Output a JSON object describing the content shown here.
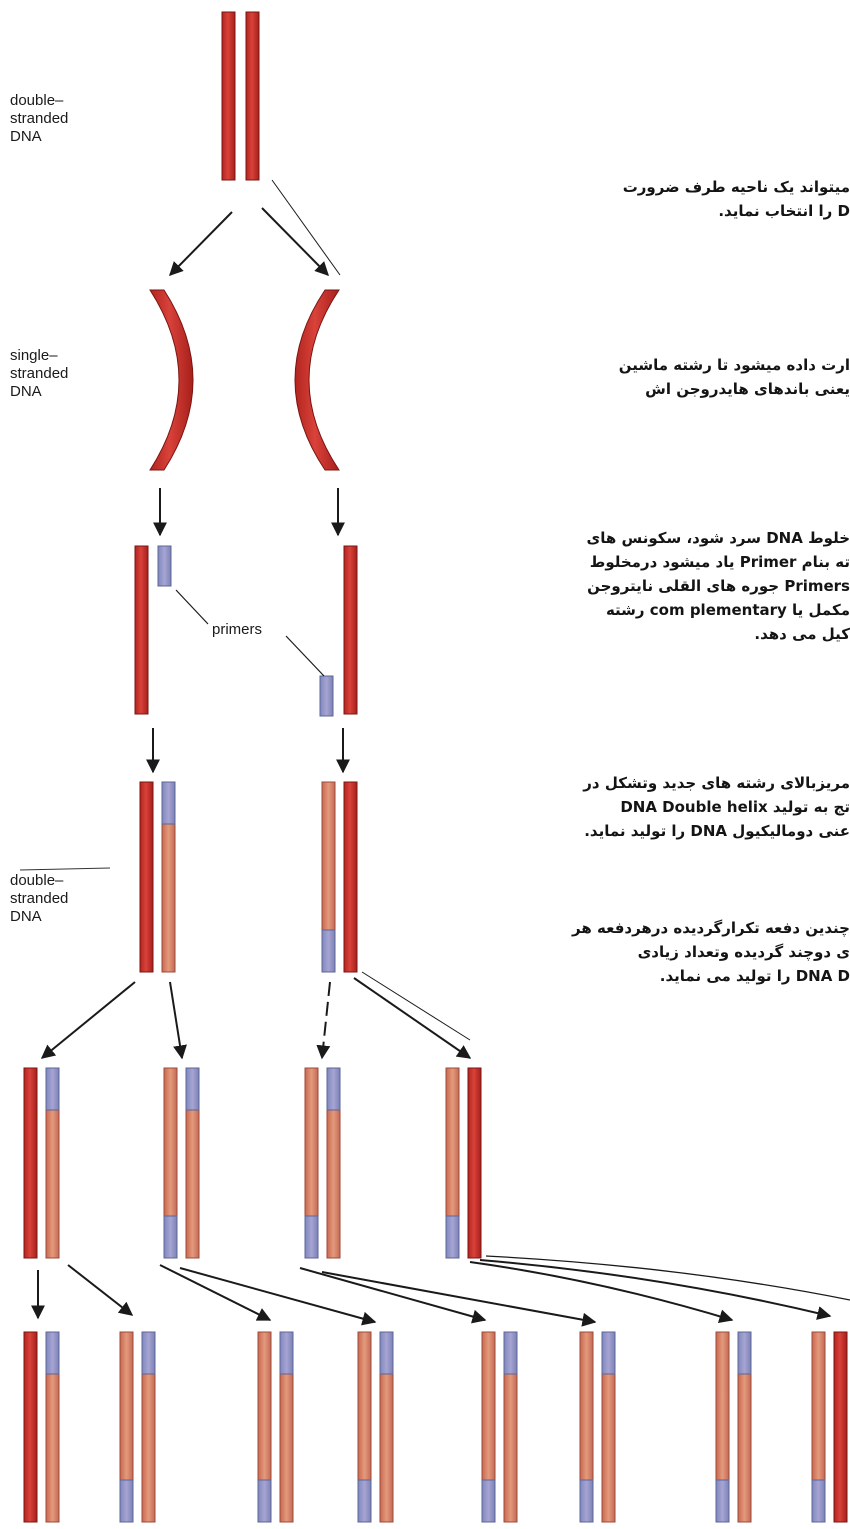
{
  "labels": {
    "double_stranded_top": [
      "double–",
      "stranded",
      "DNA"
    ],
    "single_stranded": [
      "single–",
      "stranded",
      "DNA"
    ],
    "primers": "primers",
    "double_stranded_mid": [
      "double–",
      "stranded",
      "DNA"
    ]
  },
  "persian_text": {
    "p1": [
      "میتواند یک ناحیه طرف ضرورت",
      "D را انتخاب نماید."
    ],
    "p2": [
      "ارت داده میشود تا رشته ماشین",
      "یعنی باندهای هایدروجن اش"
    ],
    "p3": [
      "خلوط DNA سرد شود، سکونس های",
      "ته بنام Primer یاد میشود درمخلوط",
      "Primers جوره های القلی نایتروجن",
      "مکمل یا com plementary رشته",
      "کیل می دهد."
    ],
    "p4": [
      "مریزبالای رشته های جدید وتشکل در",
      "تج به تولید DNA Double helix",
      "عنی دومالیکیول DNA را تولید نماید."
    ],
    "p5": [
      "چندین دفعه تکرارگردیده درهردفعه هر",
      "ی دوچند گردیده وتعداد زیادی",
      "DNA D را تولید می نماید."
    ]
  },
  "colors": {
    "parent_strand": "#c8302c",
    "new_strand": "#d77a5e",
    "primer": "#8f8fc2",
    "arrow": "#1a1a1a"
  }
}
